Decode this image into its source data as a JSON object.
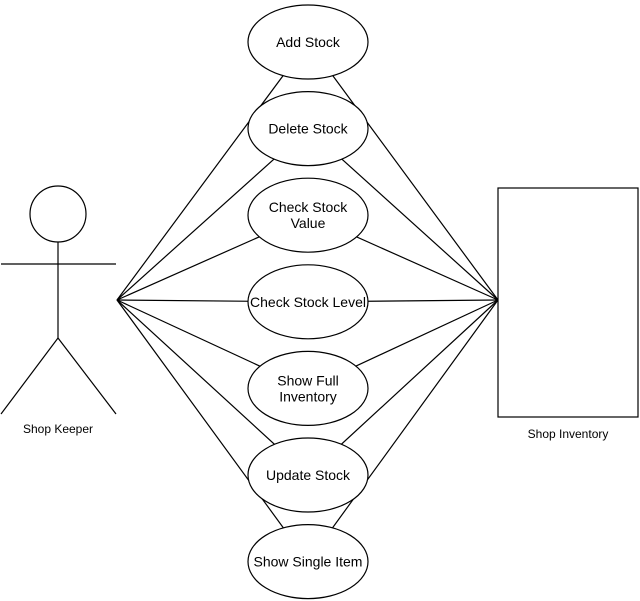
{
  "actor": {
    "label": "Shop Keeper"
  },
  "system": {
    "label": "Shop Inventory"
  },
  "use_cases": [
    {
      "id": "add-stock",
      "lines": [
        "Add Stock"
      ]
    },
    {
      "id": "delete-stock",
      "lines": [
        "Delete Stock"
      ]
    },
    {
      "id": "check-stock-value",
      "lines": [
        "Check Stock",
        "Value"
      ]
    },
    {
      "id": "check-stock-level",
      "lines": [
        "Check Stock Level"
      ]
    },
    {
      "id": "show-full-inventory",
      "lines": [
        "Show Full",
        "Inventory"
      ]
    },
    {
      "id": "update-stock",
      "lines": [
        "Update Stock"
      ]
    },
    {
      "id": "show-single-item",
      "lines": [
        "Show Single Item"
      ]
    }
  ],
  "colors": {
    "stroke": "#000000",
    "background": "#ffffff"
  }
}
